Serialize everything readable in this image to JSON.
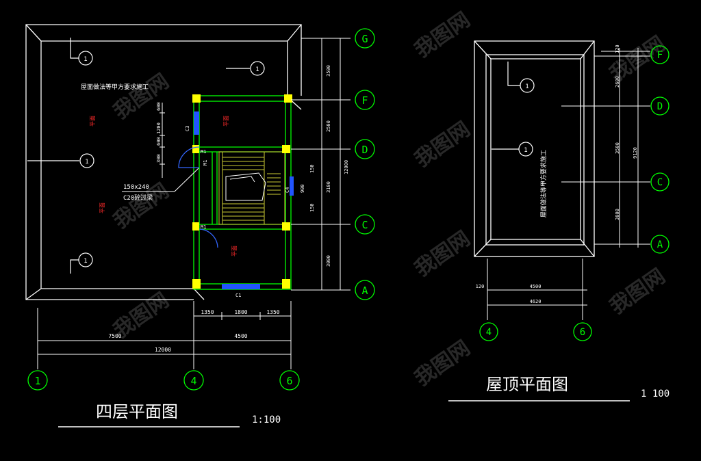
{
  "colors": {
    "background": "#000000",
    "outline": "#ffffff",
    "wall": "#00ff00",
    "column": "#ffff00",
    "window": "#2255ff",
    "door": "#3366ff",
    "stair": "#cccc33",
    "axis": "#00ff00",
    "room_text": "#ff2a2a"
  },
  "floor_plan": {
    "title": "四层平面图",
    "scale": "1:100",
    "note": "屋面做法等甲方要求施工",
    "lintel_spec": "150x240",
    "lintel_material": "C20砼过梁",
    "window_label_bottom": "C1",
    "window_label_left": "C3",
    "window_label_right": "C4",
    "door_label": "M1",
    "room_label": "平面",
    "dims_bottom_row1": [
      "1350",
      "1800",
      "1350"
    ],
    "dims_bottom_row2": [
      "7500",
      "4500"
    ],
    "dims_bottom_total": "12000",
    "dims_right": [
      "3500",
      "2500",
      "3100",
      "3000"
    ],
    "dims_right_total": "12000",
    "dims_left_vertical": [
      "600",
      "1200",
      "600",
      "300"
    ],
    "dims_stair": [
      "150",
      "900",
      "150"
    ],
    "axes_bottom": [
      "1",
      "4",
      "6"
    ],
    "axes_right": [
      "G",
      "F",
      "D",
      "C",
      "A"
    ],
    "marker": "1"
  },
  "roof_plan": {
    "title": "屋顶平面图",
    "scale": "1 100",
    "note": "屋面做法等甲方要求施工",
    "dims_bottom": [
      "120",
      "4500",
      "4620"
    ],
    "dims_right": [
      "120",
      "2600",
      "3500",
      "3000"
    ],
    "dims_right_total": "9120",
    "axes_bottom": [
      "4",
      "6"
    ],
    "axes_right": [
      "F",
      "D",
      "C",
      "A"
    ],
    "marker": "1"
  },
  "watermark": "我图网"
}
